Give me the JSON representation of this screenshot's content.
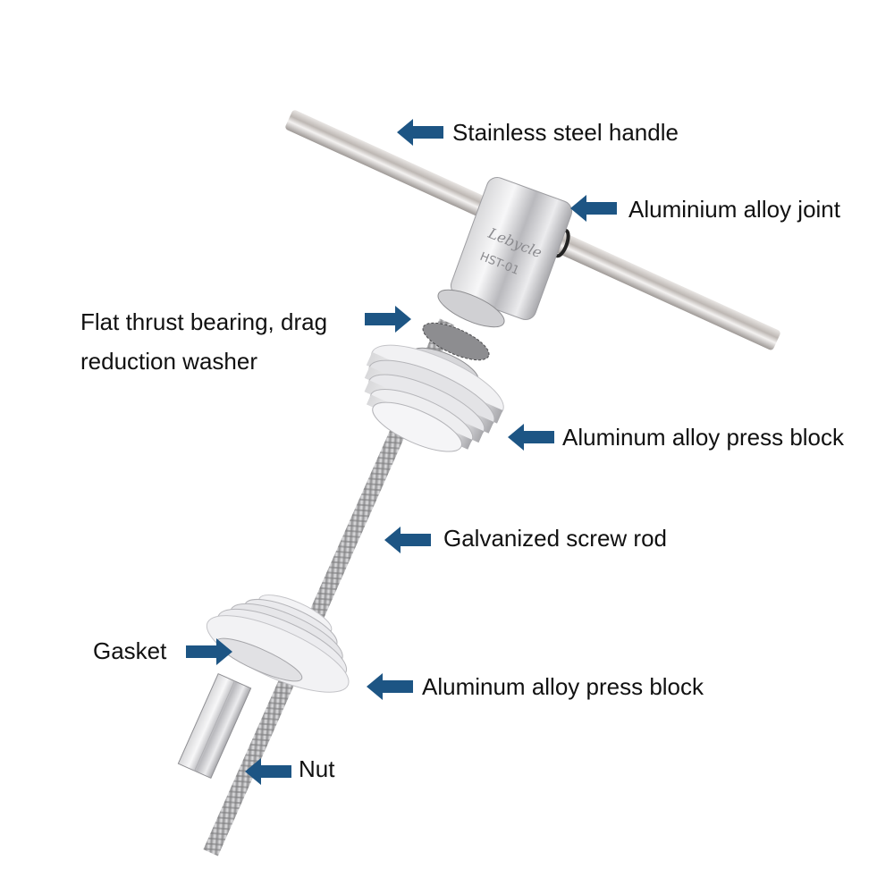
{
  "diagram": {
    "type": "exploded-part-callout",
    "subject": "bottom bracket / headset press tool",
    "engraving": {
      "brand": "Lebycle",
      "model": "HST-01"
    },
    "arrow_color": "#1d5584",
    "labels": [
      {
        "id": "handle",
        "text": "Stainless steel handle",
        "arrow_dir": "left"
      },
      {
        "id": "joint",
        "text": "Aluminium alloy joint",
        "arrow_dir": "left"
      },
      {
        "id": "bearing",
        "text": "Flat thrust bearing, drag reduction washer",
        "arrow_dir": "right"
      },
      {
        "id": "press_block_top",
        "text": "Aluminum alloy press block",
        "arrow_dir": "left"
      },
      {
        "id": "screw_rod",
        "text": "Galvanized screw rod",
        "arrow_dir": "left"
      },
      {
        "id": "gasket",
        "text": "Gasket",
        "arrow_dir": "right"
      },
      {
        "id": "press_block_bottom",
        "text": "Aluminum alloy press block",
        "arrow_dir": "left"
      },
      {
        "id": "nut",
        "text": "Nut",
        "arrow_dir": "left"
      }
    ]
  }
}
